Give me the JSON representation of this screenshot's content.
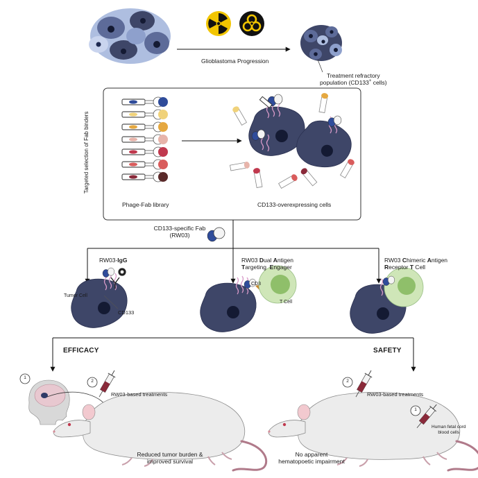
{
  "progression": {
    "arrow_label": "Glioblastoma Progression",
    "refractory_line1": "Treatment refractory",
    "refractory_line2": "population (CD133",
    "refractory_sup": "+",
    "refractory_line2_end": " cells)",
    "radiation_icon": "radiation-icon",
    "biohazard_icon": "biohazard-icon"
  },
  "selection": {
    "side_label": "Targeted selection of Fab binders",
    "library_label": "Phage-Fab library",
    "cells_label": "CD133-overexpressing cells"
  },
  "fab": {
    "line1": "CD133-specific Fab",
    "line2": "(RW03)"
  },
  "formats": [
    {
      "prefix": "RW03-",
      "bold": "IgG"
    },
    {
      "line1_pre": "RW03 ",
      "line1_b1": "D",
      "line1_r1": "ual ",
      "line1_b2": "A",
      "line1_r2": "ntigen",
      "line2_b1": "T",
      "line2_r1": "argeting  ",
      "line2_b2": "E",
      "line2_r2": "ngager"
    },
    {
      "line1_pre": "RW03 ",
      "line1_b1": "C",
      "line1_r1": "himeric ",
      "line1_b2": "A",
      "line1_r2": "ntigen",
      "line2_b1": "R",
      "line2_r1": "eceptor ",
      "line2_b2": "T",
      "line2_r2": " Cell"
    }
  ],
  "annotations": {
    "tumor_cell": "Tumor Cell",
    "cd133": "CD133",
    "cd3": "CD3",
    "t_cell": "T Cell"
  },
  "efficacy": {
    "title": "EFFICACY",
    "step1": "1",
    "step2": "2",
    "treatment": "RW03-based treatments",
    "outcome_line1": "Reduced tumor burden &",
    "outcome_line2": "improved survival"
  },
  "safety": {
    "title": "SAFETY",
    "step1": "1",
    "step2": "2",
    "treatment": "RW03-based treatments",
    "blood_line1": "Human fetal cord",
    "blood_line2": "blood cells",
    "outcome_line1": "No apparent",
    "outcome_line2": "hematopoetic impairment"
  },
  "colors": {
    "tumor_dark": "#3e4668",
    "tumor_mid": "#5d6b99",
    "tumor_light": "#aebee0",
    "tumor_nucleus": "#141a33",
    "t_cell_outer": "#cfe6b8",
    "t_cell_inner": "#8fbf6a",
    "receptor_pink": "#d89ac8",
    "fab_blue": "#2f4c9a",
    "mouse_body": "#ececec",
    "mouse_tail": "#b07a8a",
    "radiation_yellow": "#f2c500"
  }
}
